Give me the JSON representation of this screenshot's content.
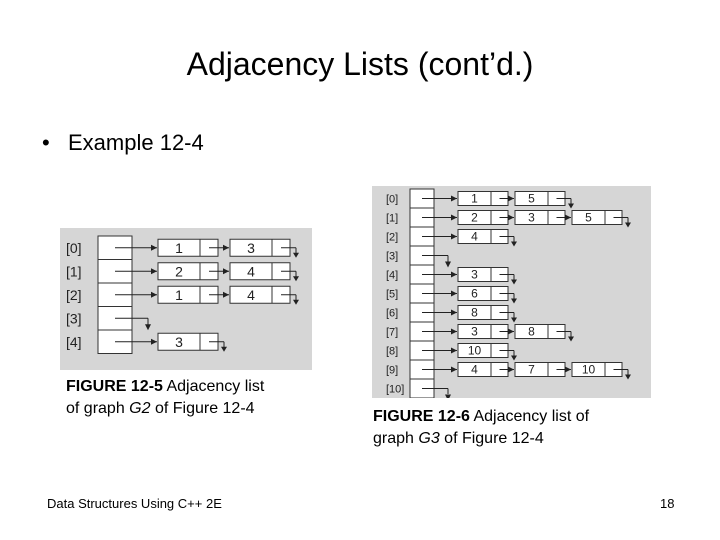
{
  "title": "Adjacency Lists (cont’d.)",
  "bullet": "Example 12-4",
  "figure5": {
    "labels": [
      "[0]",
      "[1]",
      "[2]",
      "[3]",
      "[4]"
    ],
    "lists": [
      [
        "1",
        "3"
      ],
      [
        "2",
        "4"
      ],
      [
        "1",
        "4"
      ],
      [],
      [
        "3"
      ]
    ],
    "caption_bold": "FIGURE 12-5",
    "caption_line1_rest": "Adjacency list",
    "caption_line2_pre": "of graph ",
    "caption_line2_italic": "G2",
    "caption_line2_post": " of Figure 12-4"
  },
  "figure6": {
    "labels": [
      "[0]",
      "[1]",
      "[2]",
      "[3]",
      "[4]",
      "[5]",
      "[6]",
      "[7]",
      "[8]",
      "[9]",
      "[10]"
    ],
    "lists": [
      [
        "1",
        "5"
      ],
      [
        "2",
        "3",
        "5"
      ],
      [
        "4"
      ],
      [],
      [
        "3"
      ],
      [
        "6"
      ],
      [
        "8"
      ],
      [
        "3",
        "8"
      ],
      [
        "10"
      ],
      [
        "4",
        "7",
        "10"
      ],
      []
    ],
    "caption_bold": "FIGURE 12-6",
    "caption_line1_rest": "Adjacency list of",
    "caption_line2_pre": "graph ",
    "caption_line2_italic": "G3",
    "caption_line2_post": " of Figure 12-4"
  },
  "footer": {
    "left": "Data Structures Using C++ 2E",
    "page": "18"
  }
}
